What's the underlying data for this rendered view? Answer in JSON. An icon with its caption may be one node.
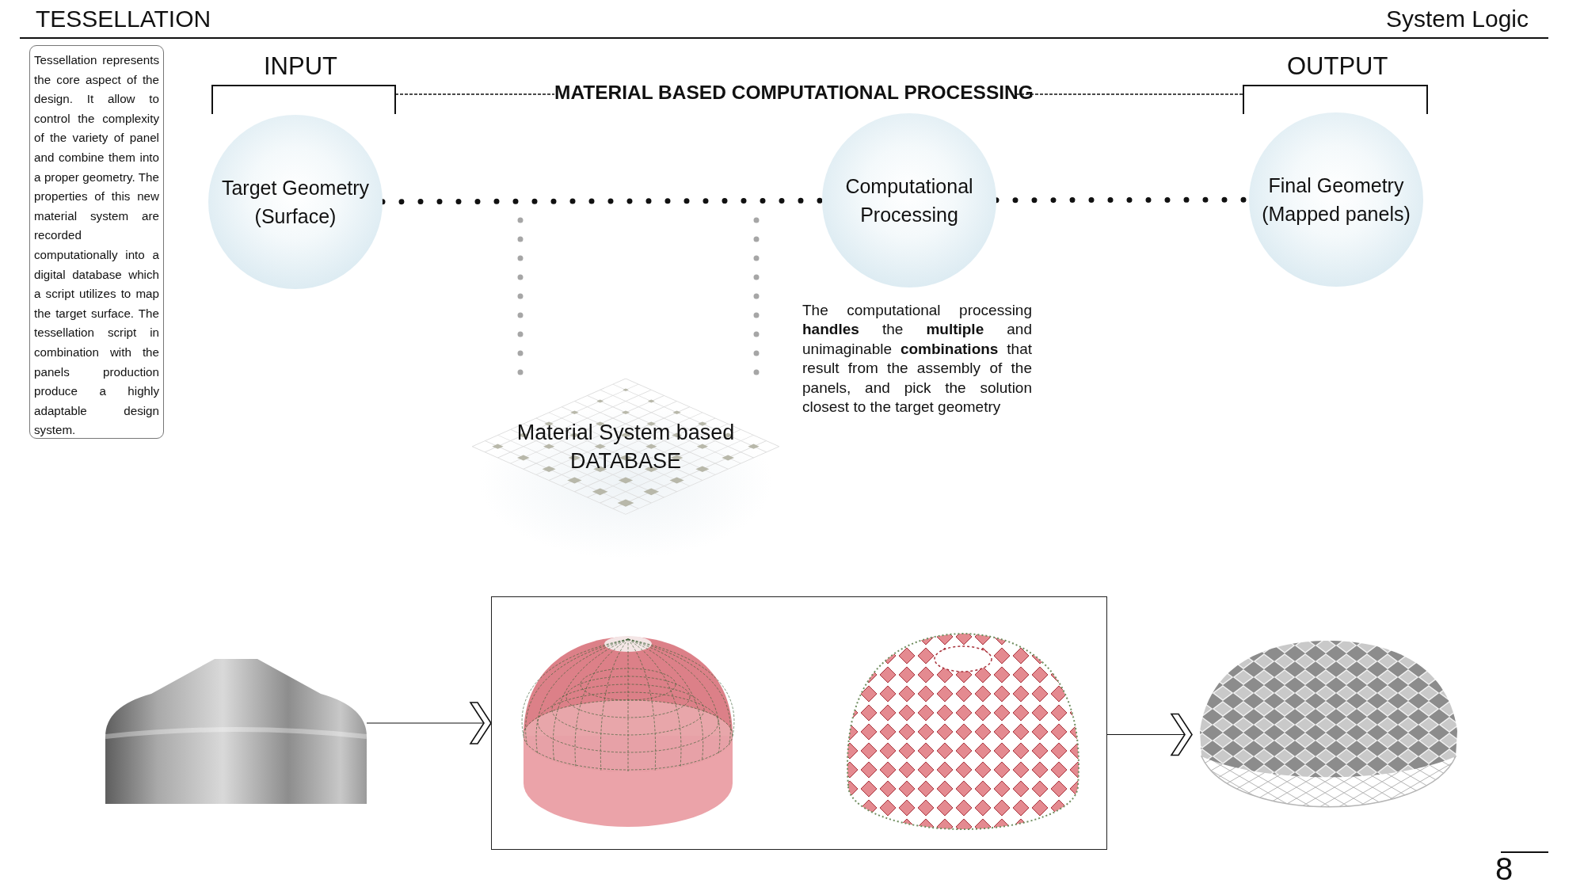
{
  "diagram": {
    "title": "TESSELLATION",
    "nodes": [
      {
        "text": [
          "Tessellation represents the core aspect of the design. It allow to control the complexity of the variety of panel and combine them into a proper geometry. The properties of this new material system are recorded computationally into a digital database which a script utilizes to map the target surface. The tessellation script in combination with the panels production produce a highly adaptable design system."
        ]
      },
      {
        "text": [
          "Target Geometry (Surface)"
        ]
      },
      {
        "text": [
          "Computational Processing"
        ]
      },
      {
        "text": [
          "Final Geometry (Mapped panels)"
        ]
      },
      {
        "text": [
          "Material System based DATABASE"
        ]
      },
      {
        "text": [],
        "shape": "picture"
      },
      {
        "text": [],
        "shape": "box"
      },
      {
        "text": [],
        "shape": "picture",
        "in": 6
      },
      {
        "text": [],
        "shape": "picture",
        "in": 6
      },
      {
        "text": [],
        "shape": "picture"
      }
    ],
    "edges": [
      {
        "from": 1,
        "to": 2,
        "arrow": "none",
        "style": "dashed"
      },
      {
        "from": 2,
        "to": 3,
        "arrow": "none",
        "style": "dashed"
      },
      {
        "from": 4,
        "to": null,
        "arrow": "none",
        "style": "dashed",
        "color": "#a6a6a6"
      },
      {
        "from": 4,
        "to": null,
        "arrow": "none",
        "style": "dashed",
        "color": "#a6a6a6"
      },
      {
        "from": 5,
        "to": 6,
        "arrow": "to"
      },
      {
        "from": 6,
        "to": 9,
        "arrow": "to"
      }
    ],
    "labels": [
      "System Logic",
      "INPUT",
      "MATERIAL BASED COMPUTATIONAL PROCESSING",
      "OUTPUT",
      "The computational processing **handles** the **multiple** and unimaginable **combinations** that result from the assembly of the panels, and pick the solution closest to the target geometry",
      "8"
    ]
  }
}
